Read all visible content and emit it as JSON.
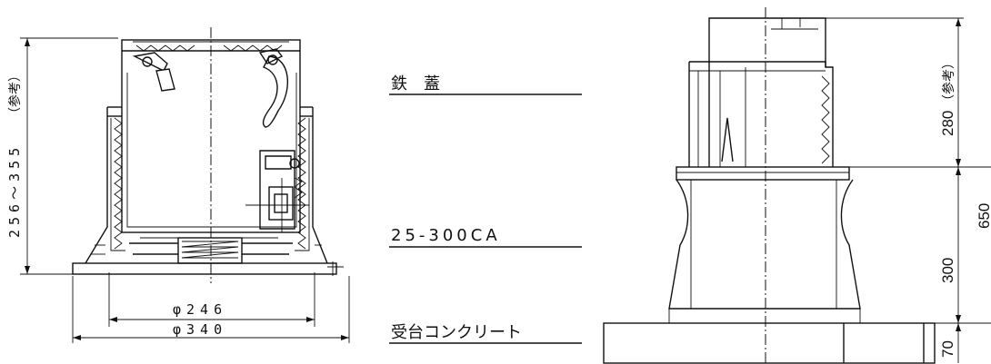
{
  "labels": {
    "cover": "鉄　蓋",
    "model": "25-300CA",
    "base_concrete": "受台コンクリート"
  },
  "left_view": {
    "height_dim": "256～355",
    "height_note": "（参考）",
    "inner_diameter": "φ246",
    "outer_diameter": "φ340"
  },
  "right_view": {
    "upper_dim": "280",
    "upper_note": "（参考）",
    "middle_dim": "300",
    "base_dim": "70",
    "total_dim": "650"
  }
}
